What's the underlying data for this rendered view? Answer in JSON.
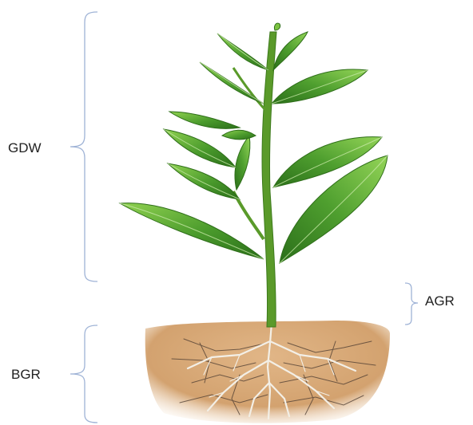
{
  "labels": {
    "gdw": "GDW",
    "agr": "AGR",
    "bgr": "BGR"
  },
  "colors": {
    "bracket": "#9fb3d6",
    "leaf_dark": "#2e7d1f",
    "leaf_light": "#7cc242",
    "stem": "#5a9a2a",
    "soil": "#d9a877",
    "root": "#f3efe6",
    "root_shadow": "#4a3a30",
    "label_text": "#222222"
  }
}
